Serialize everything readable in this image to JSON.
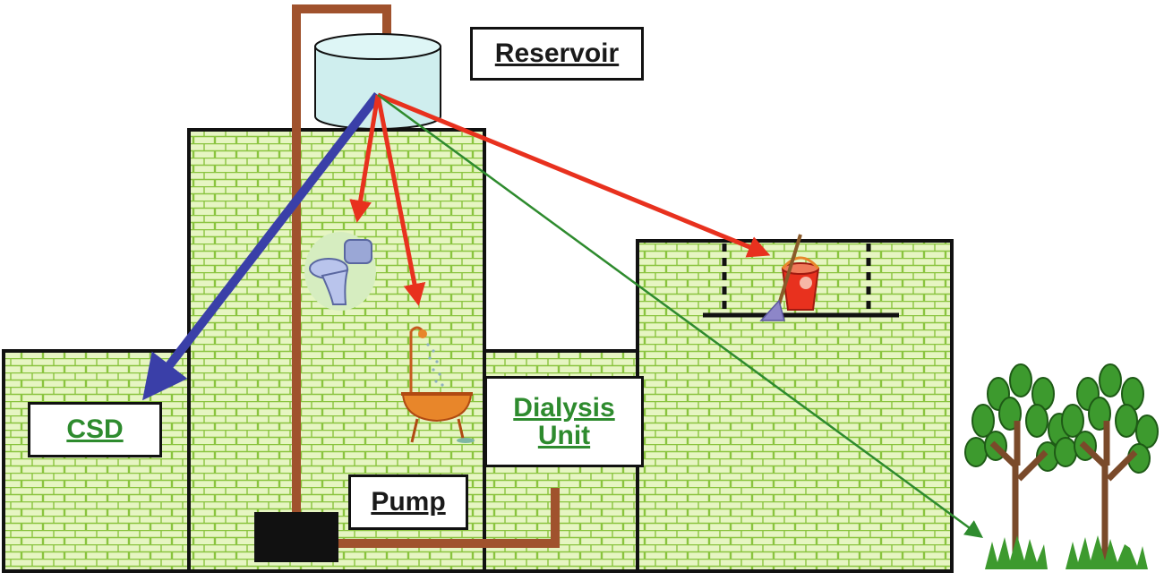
{
  "labels": {
    "reservoir": "Reservoir",
    "csd": "CSD",
    "dialysis_line1": "Dialysis",
    "dialysis_line2": "Unit",
    "pump": "Pump"
  },
  "colors": {
    "wall_fill": "#e6f5c2",
    "brick_line": "#8ac43f",
    "outline": "#111111",
    "pipe": "#a0522d",
    "reservoir": "#cfeeee",
    "pump": "#111111",
    "arrow_blue": "#3a3fa8",
    "arrow_red": "#e8311e",
    "arrow_green": "#2e8b2e",
    "label_green": "#2e8b2e"
  },
  "icons": {
    "toilet": "toilet-icon",
    "shower": "shower-bath-icon",
    "cleaning": "bucket-mop-icon",
    "trees": "tree-icon"
  }
}
